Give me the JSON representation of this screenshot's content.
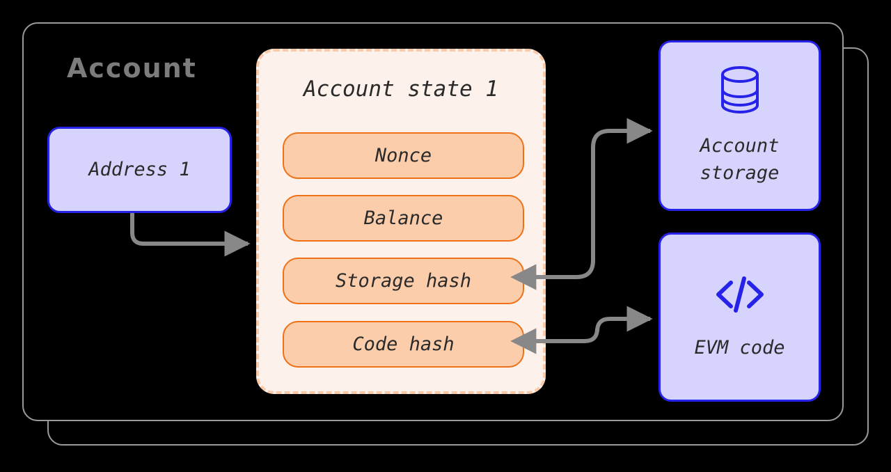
{
  "diagram": {
    "title": "Account",
    "background_color": "#000000",
    "frame_color": "#9a9a9a",
    "accent_blue": "#2622e8",
    "accent_blue_fill": "#d6d4fd",
    "accent_orange": "#ee7117",
    "accent_orange_fill": "#fccdab",
    "state_fill": "#fdf1ec",
    "state_border": "#f9c9a8",
    "connector_color": "#888888",
    "title_color": "#7c7c7c"
  },
  "address": {
    "label": "Address 1",
    "name": "address-node"
  },
  "account_state": {
    "title": "Account state 1",
    "fields": [
      {
        "label": "Nonce"
      },
      {
        "label": "Balance"
      },
      {
        "label": "Storage hash"
      },
      {
        "label": "Code hash"
      }
    ]
  },
  "external": [
    {
      "label": "Account\nstorage",
      "icon": "database-icon"
    },
    {
      "label": "EVM code",
      "icon": "code-brackets-icon"
    }
  ],
  "connectors": [
    {
      "name": "address-to-state",
      "from": "Address 1",
      "to": "Account state 1",
      "direction": "one-way"
    },
    {
      "name": "storage-hash-to-account-storage",
      "from": "Storage hash",
      "to": "Account storage",
      "direction": "two-way"
    },
    {
      "name": "code-hash-to-evm-code",
      "from": "Code hash",
      "to": "EVM code",
      "direction": "two-way"
    }
  ]
}
